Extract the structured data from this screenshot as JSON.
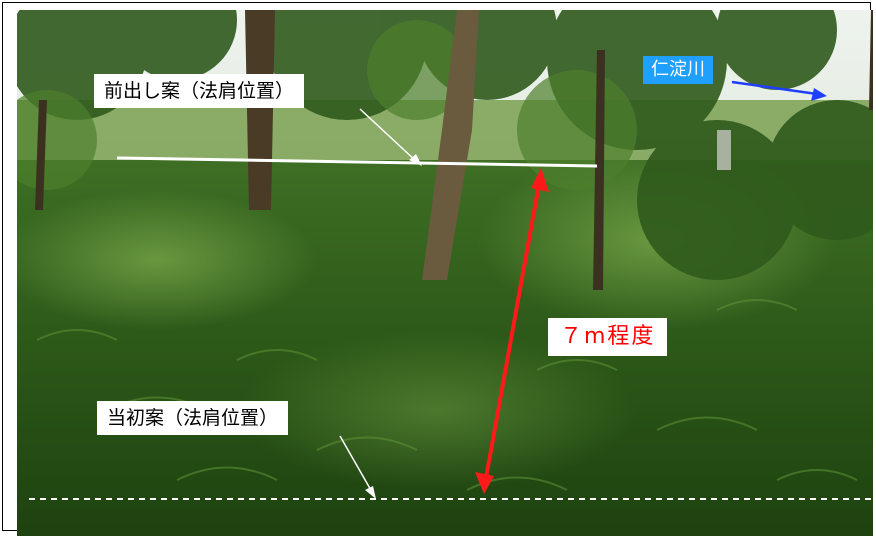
{
  "labels": {
    "proposal_forward": "前出し案（法肩位置）",
    "proposal_initial": "当初案（法肩位置）",
    "river": "仁淀川",
    "distance": "７m程度"
  },
  "colors": {
    "distance_arrow": "#ff1a1a",
    "river_arrow": "#1f3fff",
    "river_label_bg": "#1fa0ff",
    "dashed_line": "#ffffff"
  }
}
